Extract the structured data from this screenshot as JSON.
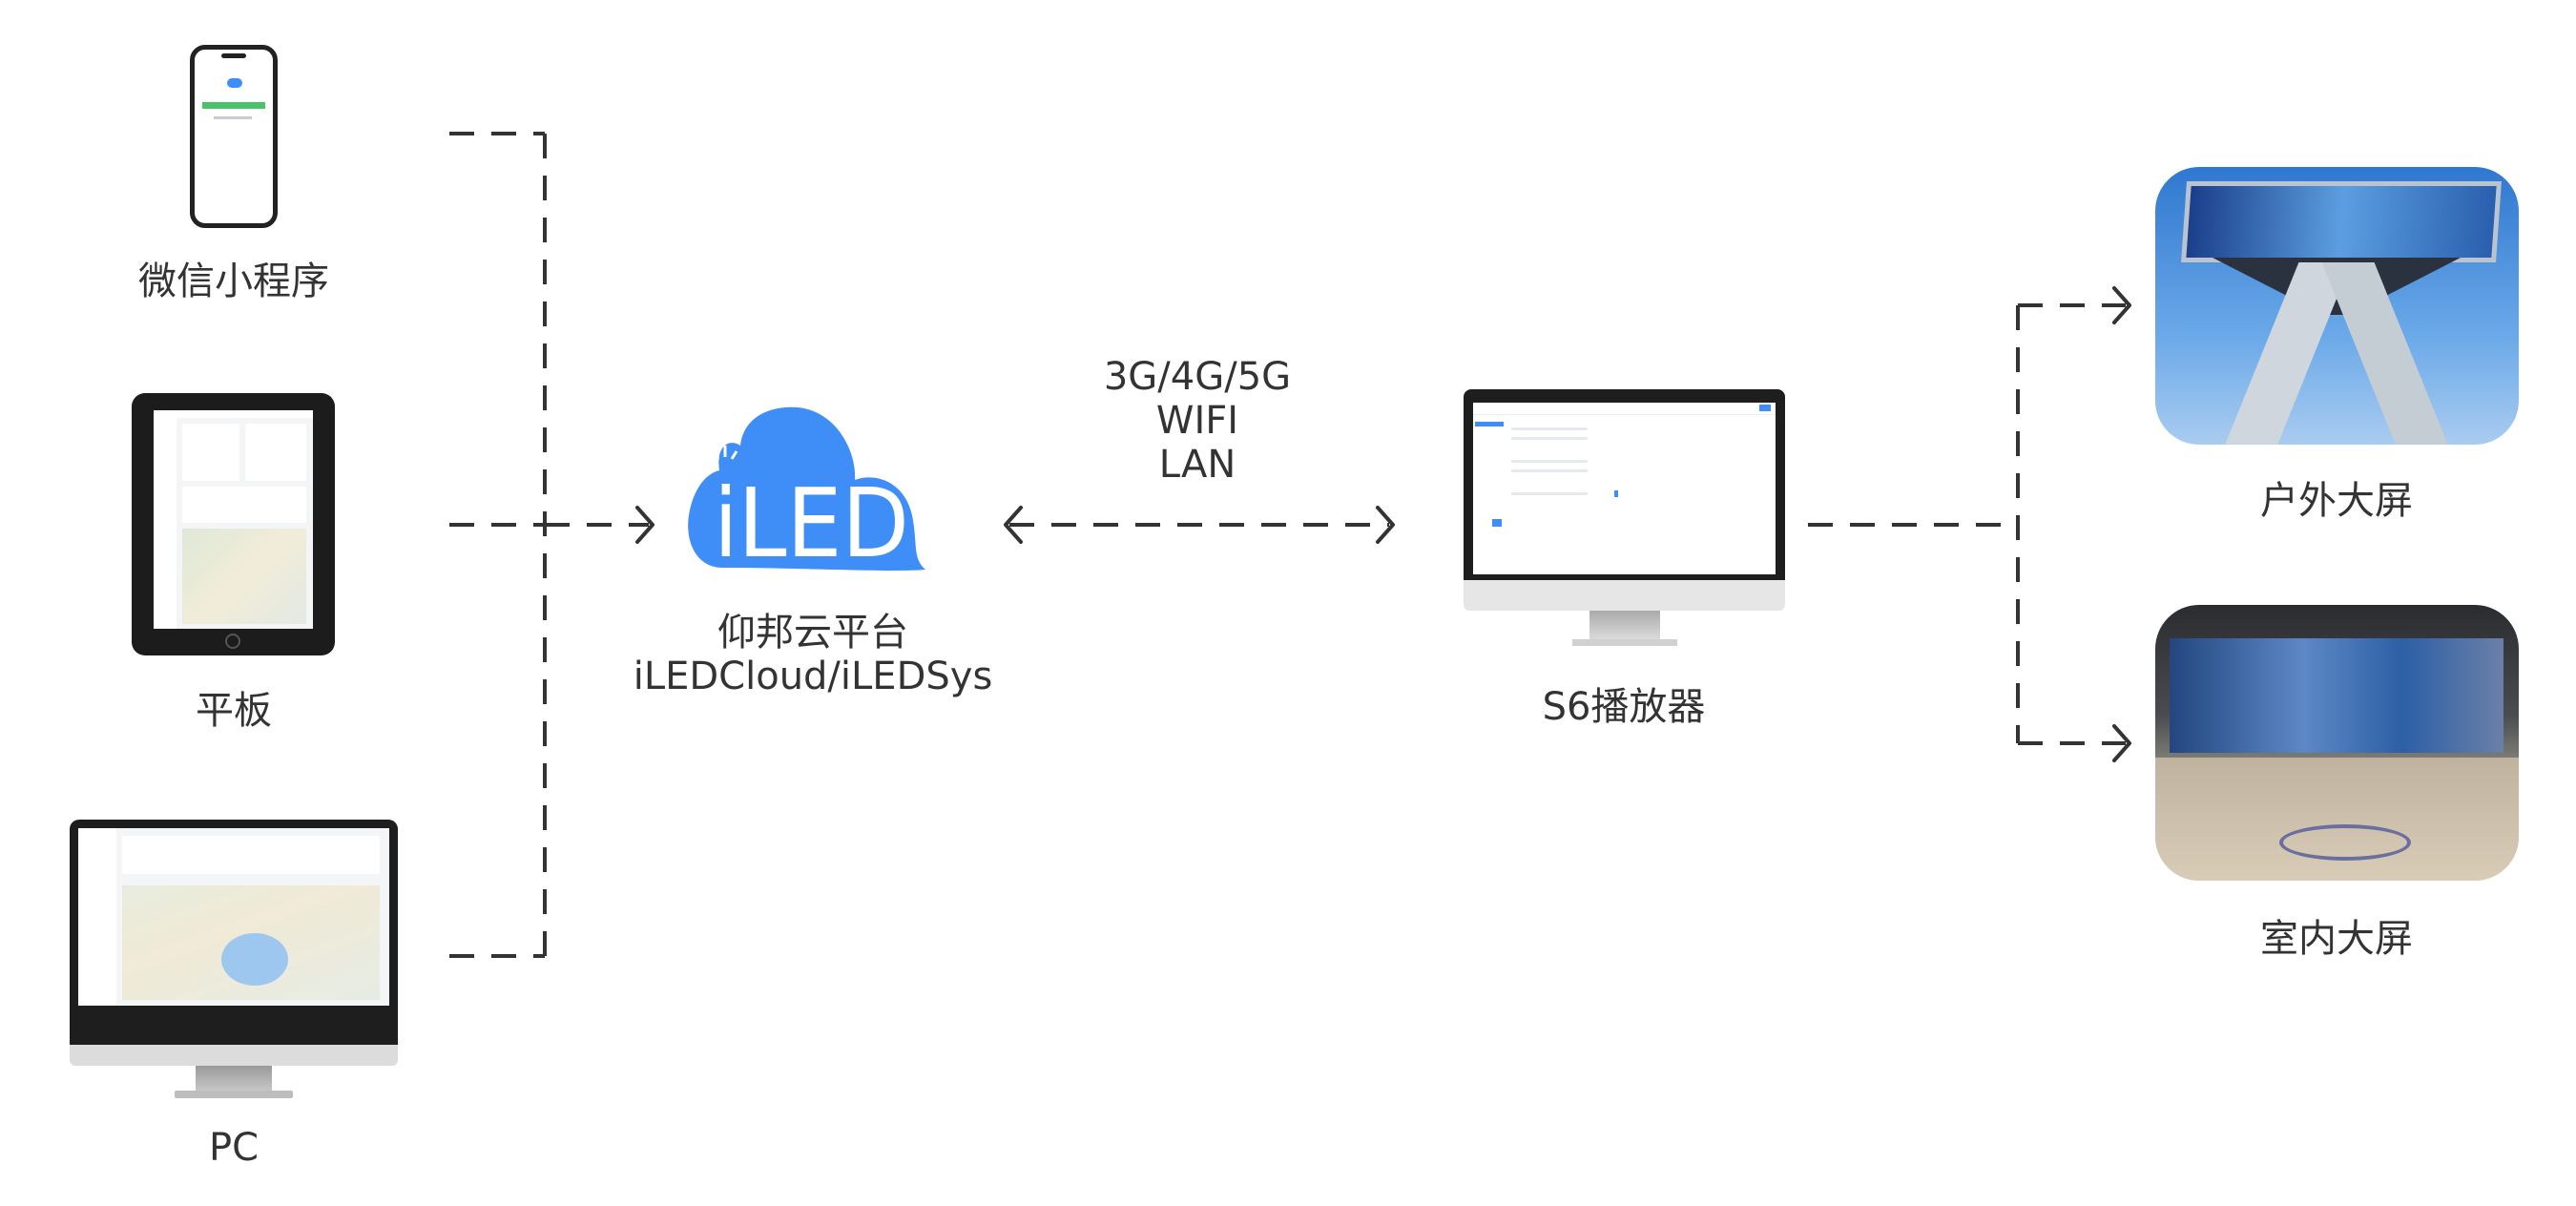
{
  "devices": {
    "mini_program": {
      "label": "微信小程序"
    },
    "tablet": {
      "label": "平板"
    },
    "pc": {
      "label": "PC"
    }
  },
  "platform": {
    "logo_text": "iLED",
    "name": "仰邦云平台",
    "subtitle": "iLEDCloud/iLEDSys"
  },
  "network": {
    "lines": [
      "3G/4G/5G",
      "WIFI",
      "LAN"
    ]
  },
  "player": {
    "label": "S6播放器"
  },
  "screens": {
    "outdoor": {
      "label": "户外大屏"
    },
    "indoor": {
      "label": "室内大屏"
    }
  },
  "colors": {
    "brand_blue": "#3f8ef7",
    "line": "#333333"
  }
}
